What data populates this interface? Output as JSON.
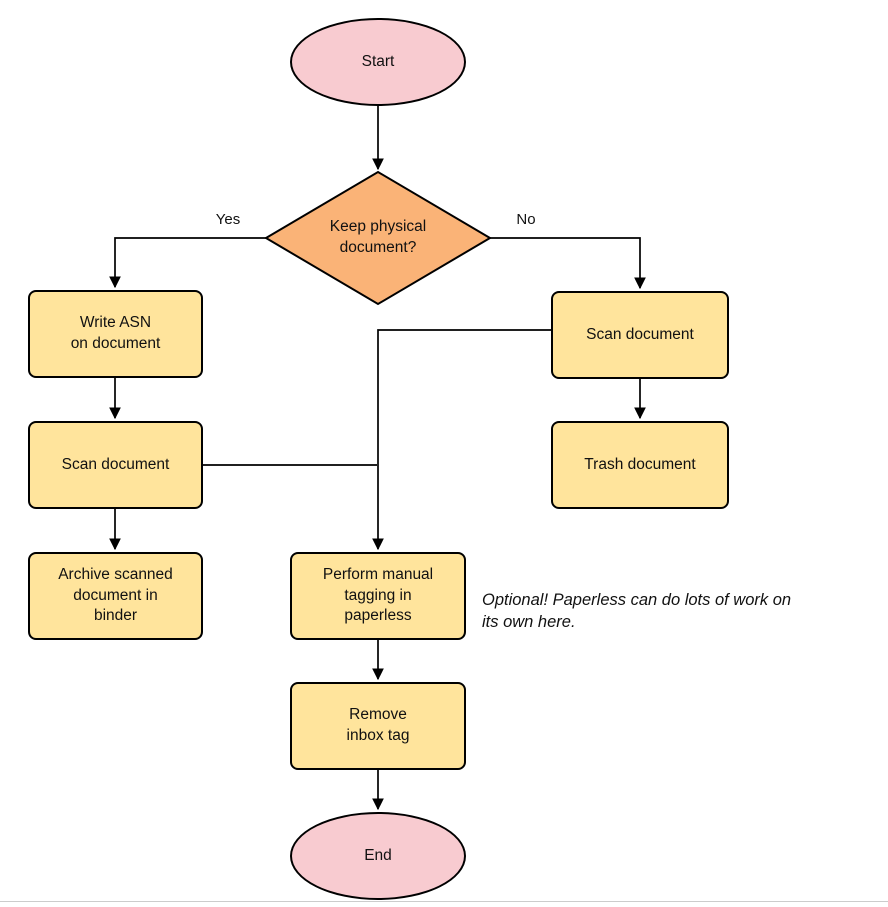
{
  "diagram": {
    "type": "flowchart",
    "nodes": {
      "start": {
        "label": "Start",
        "shape": "terminal"
      },
      "decision": {
        "label": "Keep physical\ndocument?",
        "shape": "decision"
      },
      "write_asn": {
        "label": "Write ASN\non document",
        "shape": "process"
      },
      "scan_right": {
        "label": "Scan document",
        "shape": "process"
      },
      "scan_left": {
        "label": "Scan document",
        "shape": "process"
      },
      "trash": {
        "label": "Trash document",
        "shape": "process"
      },
      "archive": {
        "label": "Archive scanned\ndocument in\nbinder",
        "shape": "process"
      },
      "perform": {
        "label": "Perform manual\ntagging in\npaperless",
        "shape": "process"
      },
      "remove": {
        "label": "Remove\ninbox tag",
        "shape": "process"
      },
      "end": {
        "label": "End",
        "shape": "terminal"
      }
    },
    "edge_labels": {
      "yes": "Yes",
      "no": "No"
    },
    "note": "Optional! Paperless can do lots of work on\nits own here.",
    "colors": {
      "terminal_fill": "#F8CBD0",
      "decision_fill": "#FAB377",
      "process_fill": "#FFE49C",
      "stroke": "#000000",
      "text": "#111111",
      "divider": "#cccccc"
    }
  }
}
